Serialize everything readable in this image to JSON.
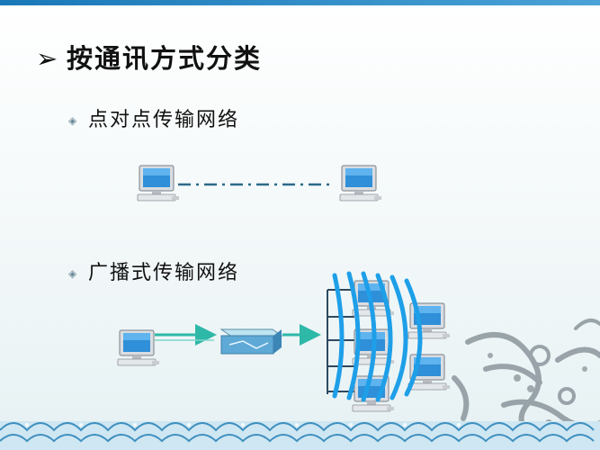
{
  "slide": {
    "title": "按通讯方式分类",
    "title_marker": "➢",
    "bullet_marker": "◈",
    "bullets": [
      {
        "label": "点对点传输网络"
      },
      {
        "label": "广播式传输网络"
      }
    ]
  },
  "colors": {
    "accent": "#1a78b8",
    "signal": "#1e9fe8",
    "link": "#2eb8a8",
    "dash": "#2d6a88"
  },
  "icons": [
    "computer-icon",
    "hub-icon",
    "wave-icon",
    "dragon-decoration",
    "sea-wave-decoration"
  ]
}
